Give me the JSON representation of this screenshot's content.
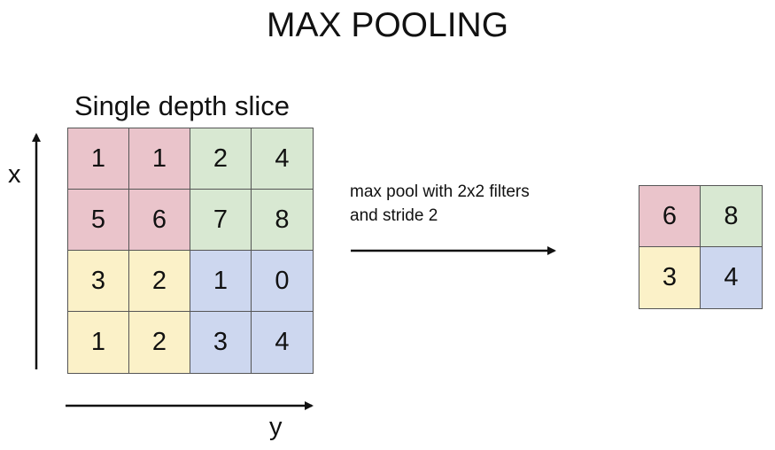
{
  "title": "MAX POOLING",
  "slice_label": "Single depth slice",
  "axes": {
    "x_label": "x",
    "y_label": "y"
  },
  "operation": {
    "line1": "max pool with 2x2 filters",
    "line2": "and stride 2"
  },
  "colors": {
    "red": "#eac4cb",
    "green": "#d8e8d2",
    "yellow": "#fbf1c8",
    "blue": "#cdd7ef"
  },
  "input_matrix": [
    [
      {
        "value": "1",
        "color": "red"
      },
      {
        "value": "1",
        "color": "red"
      },
      {
        "value": "2",
        "color": "green"
      },
      {
        "value": "4",
        "color": "green"
      }
    ],
    [
      {
        "value": "5",
        "color": "red"
      },
      {
        "value": "6",
        "color": "red"
      },
      {
        "value": "7",
        "color": "green"
      },
      {
        "value": "8",
        "color": "green"
      }
    ],
    [
      {
        "value": "3",
        "color": "yellow"
      },
      {
        "value": "2",
        "color": "yellow"
      },
      {
        "value": "1",
        "color": "blue"
      },
      {
        "value": "0",
        "color": "blue"
      }
    ],
    [
      {
        "value": "1",
        "color": "yellow"
      },
      {
        "value": "2",
        "color": "yellow"
      },
      {
        "value": "3",
        "color": "blue"
      },
      {
        "value": "4",
        "color": "blue"
      }
    ]
  ],
  "output_matrix": [
    [
      {
        "value": "6",
        "color": "red"
      },
      {
        "value": "8",
        "color": "green"
      }
    ],
    [
      {
        "value": "3",
        "color": "yellow"
      },
      {
        "value": "4",
        "color": "blue"
      }
    ]
  ]
}
